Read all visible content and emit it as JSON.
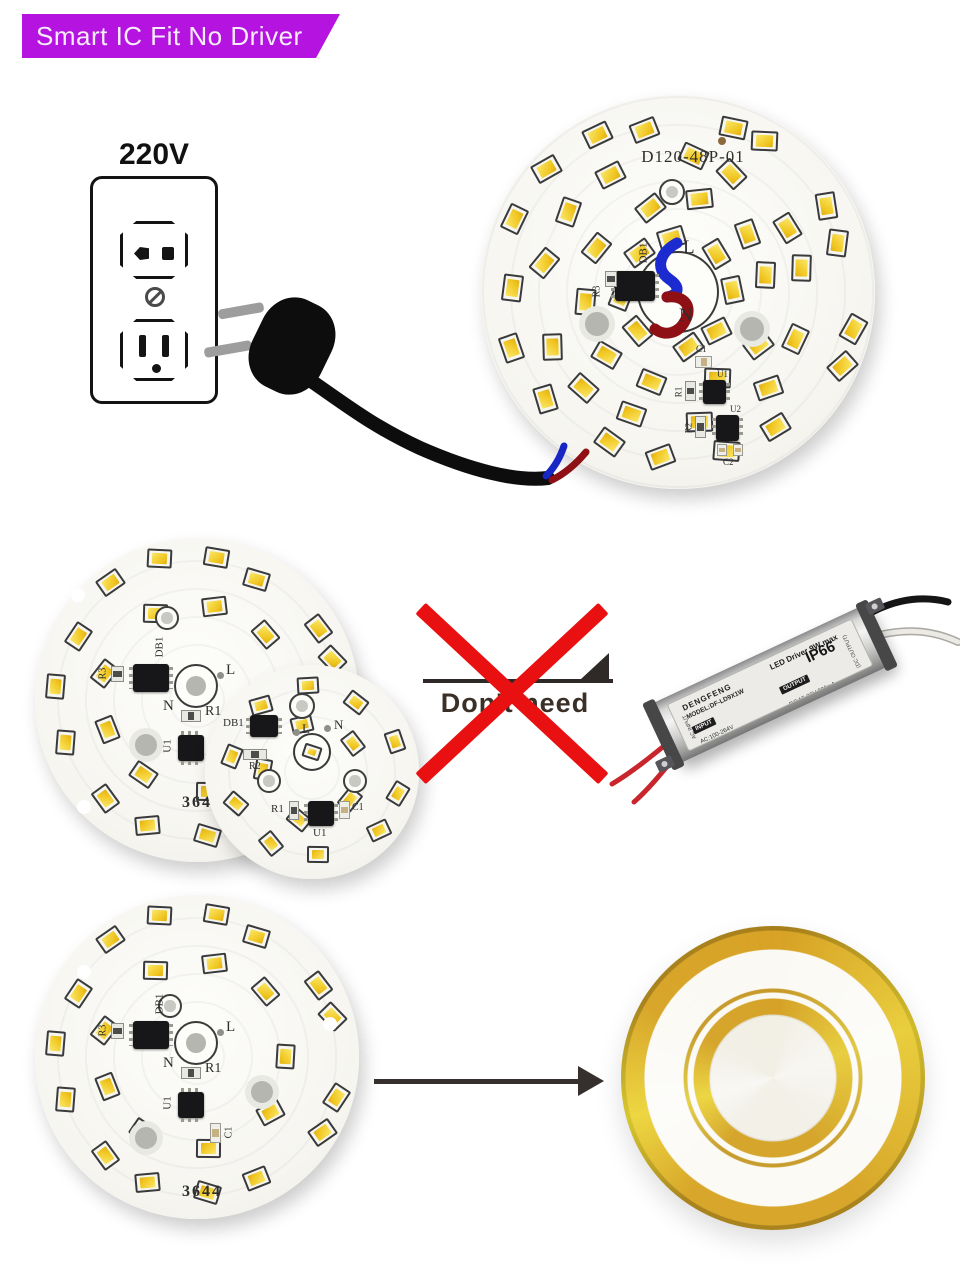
{
  "banner": {
    "label": "Smart IC Fit No Driver",
    "bg_color": "#b513e0",
    "text_color": "#f7edfa"
  },
  "top_section": {
    "outlet": {
      "voltage_label": "220V"
    },
    "board_large": {
      "model": "D120-48P-01",
      "led_count": 48,
      "labels": {
        "db1": "DB1",
        "r3": "R3",
        "l": "L",
        "n": "N",
        "c1": "C1",
        "u1": "U1",
        "r1": "R1",
        "u2": "U2",
        "r2": "R2",
        "c2": "C2"
      },
      "led_rings": [
        {
          "radius_frac": 0.88,
          "count": 17,
          "offset_deg": 8
        },
        {
          "radius_frac": 0.67,
          "count": 13,
          "offset_deg": 22
        },
        {
          "radius_frac": 0.47,
          "count": 10,
          "offset_deg": 355
        },
        {
          "radius_frac": 0.29,
          "count": 8,
          "offset_deg": 40
        }
      ]
    }
  },
  "middle_section": {
    "board_medium": {
      "size_code": "3644",
      "led_count": 24,
      "labels": {
        "db1": "DB1",
        "r3": "R3",
        "l": "L",
        "n": "N",
        "r1": "R1",
        "u1": "U1"
      },
      "led_rings": [
        {
          "radius_frac": 0.87,
          "count": 15,
          "offset_deg": 12
        },
        {
          "radius_frac": 0.57,
          "count": 9,
          "offset_deg": 0
        }
      ]
    },
    "board_small": {
      "led_count": 16,
      "labels": {
        "db1": "DB1",
        "r2": "R2",
        "l": "L",
        "n": "N",
        "r1": "R1",
        "u1": "U1",
        "c1": "C1"
      },
      "led_rings": [
        {
          "radius_frac": 0.8,
          "count": 10,
          "offset_deg": 10
        },
        {
          "radius_frac": 0.46,
          "count": 5,
          "offset_deg": 36
        }
      ]
    },
    "dont_need": {
      "label": "Don't need",
      "x_color": "#e81010"
    },
    "driver": {
      "brand": "DENGFENG",
      "product": "LED Driver 9W max",
      "model": "MODEL:DF-LD9X1W",
      "input_label": "INPUT",
      "input_spec": "AC:100-264V 50/60Hz",
      "output_label": "OUTPUT",
      "output_spec": "DC:15-36V 300mA",
      "rating": "IP66",
      "left_end_label": "AC INPUT",
      "right_end_label": "(DC OUTPUT)"
    }
  },
  "bottom_section": {
    "board_bottom": {
      "size_code": "3644",
      "led_count": 24,
      "labels": {
        "db1": "DB1",
        "r3": "R3",
        "l": "L",
        "n": "N",
        "r1": "R1",
        "u1": "U1",
        "c1": "C1"
      },
      "led_rings": [
        {
          "radius_frac": 0.87,
          "count": 15,
          "offset_deg": 12
        },
        {
          "radius_frac": 0.57,
          "count": 9,
          "offset_deg": 0
        }
      ]
    }
  },
  "colors": {
    "led_yellow": "#f0c51f",
    "pcb_white": "#f6f5f0",
    "gold_trim": "#d8a62a",
    "wire_blue": "#1726c4",
    "wire_red": "#8e1014",
    "cable_black": "#0d0d0d"
  }
}
